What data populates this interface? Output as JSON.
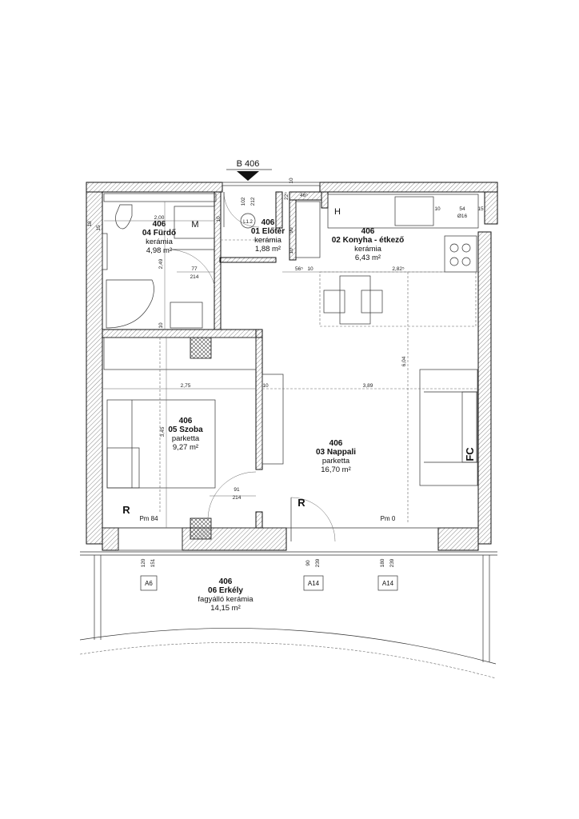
{
  "section_marker": "B 406",
  "rooms": [
    {
      "id": "bath",
      "number": "406",
      "name": "04 Fürdő",
      "floor": "kerámia",
      "area": "4,98 m²"
    },
    {
      "id": "hall",
      "number": "406",
      "name": "01 Előtér",
      "floor": "kerámia",
      "area": "1,88 m²"
    },
    {
      "id": "kitchen",
      "number": "406",
      "name": "02 Konyha - étkező",
      "floor": "kerámia",
      "area": "6,43 m²"
    },
    {
      "id": "bedroom",
      "number": "406",
      "name": "05 Szoba",
      "floor": "parketta",
      "area": "9,27 m²"
    },
    {
      "id": "living",
      "number": "406",
      "name": "03 Nappali",
      "floor": "parketta",
      "area": "16,70 m²"
    },
    {
      "id": "balcony",
      "number": "406",
      "name": "06 Erkély",
      "floor": "fagyálló kerámia",
      "area": "14,15 m²"
    }
  ],
  "marks": {
    "m": "M",
    "h": "H",
    "fc": "FC",
    "r1": "R",
    "r2": "R",
    "l12": "L1.2"
  },
  "levels": {
    "pm84": "Pm 84",
    "pm0": "Pm 0"
  },
  "tags": {
    "a6": "A6",
    "a14_1": "A14",
    "a14_2": "A14"
  },
  "dimensions": {
    "d200": "2,00",
    "d249": "2,49",
    "d77": "77",
    "d214a": "214",
    "d275": "2,75",
    "d10a": "10",
    "d389": "3,89",
    "d604": "6,04",
    "d345": "3,45",
    "d91": "91",
    "d214b": "214",
    "d282": "2,82⁵",
    "d565": "56⁵",
    "d10b": "10",
    "d10c": "10",
    "d54": "54",
    "d15": "15",
    "d16": "Ø16",
    "d90a": "90",
    "d10d": "10",
    "d465": "46⁵",
    "d102": "102",
    "d212": "212",
    "d225": "22⁵",
    "d10e": "10",
    "d120": "120",
    "d151": "151",
    "d90b": "90",
    "d239a": "239",
    "d180": "180",
    "d239b": "239",
    "d10f": "10",
    "d18": "18",
    "d15b": "15",
    "d10g": "10"
  }
}
